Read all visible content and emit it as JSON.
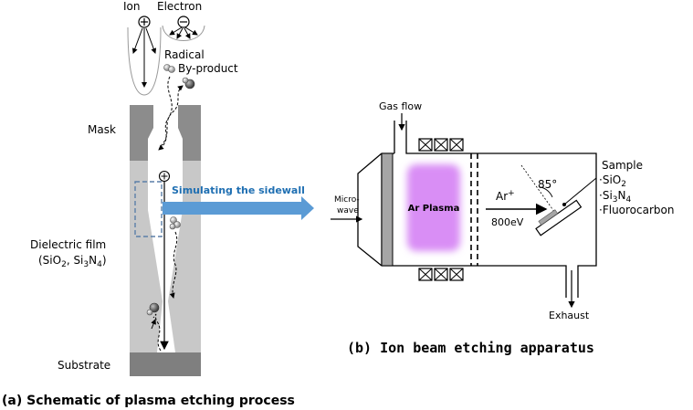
{
  "panel_a": {
    "ion_label": "Ion",
    "electron_label": "Electron",
    "radical_label": "Radical",
    "byproduct_label": "By-product",
    "mask_label": "Mask",
    "dielectric_label": "Dielectric film",
    "dielectric_formula_open": "(SiO",
    "dielectric_sub1": "2",
    "dielectric_mid": ", Si",
    "dielectric_sub2": "3",
    "dielectric_n": "N",
    "dielectric_sub3": "4",
    "dielectric_close": ")",
    "substrate_label": "Substrate",
    "simulating_label": "Simulating the sidewall",
    "caption": "(a) Schematic of plasma etching process"
  },
  "panel_b": {
    "gas_flow_label": "Gas flow",
    "microwave_line1": "Micro-",
    "microwave_line2": "wave",
    "plasma_label": "Ar Plasma",
    "ar_label": "Ar",
    "ar_sup": "+",
    "energy_label": "800eV",
    "angle_label": "85°",
    "sample_label": "Sample",
    "sample_items": [
      "SiO",
      "Si",
      "Fluorocarbon"
    ],
    "sio2_sub": "2",
    "si3n4_sub1": "3",
    "si3n4_n": "N",
    "si3n4_sub2": "4",
    "exhaust_label": "Exhaust",
    "caption": "(b) Ion beam etching apparatus"
  },
  "colors": {
    "mask": "#8c8c8c",
    "film": "#c8c8c8",
    "substrate": "#7f7f7f",
    "arrow_blue": "#5b9bd5",
    "plasma": "#d98ef5",
    "simulating_text": "#1f6fb2"
  }
}
